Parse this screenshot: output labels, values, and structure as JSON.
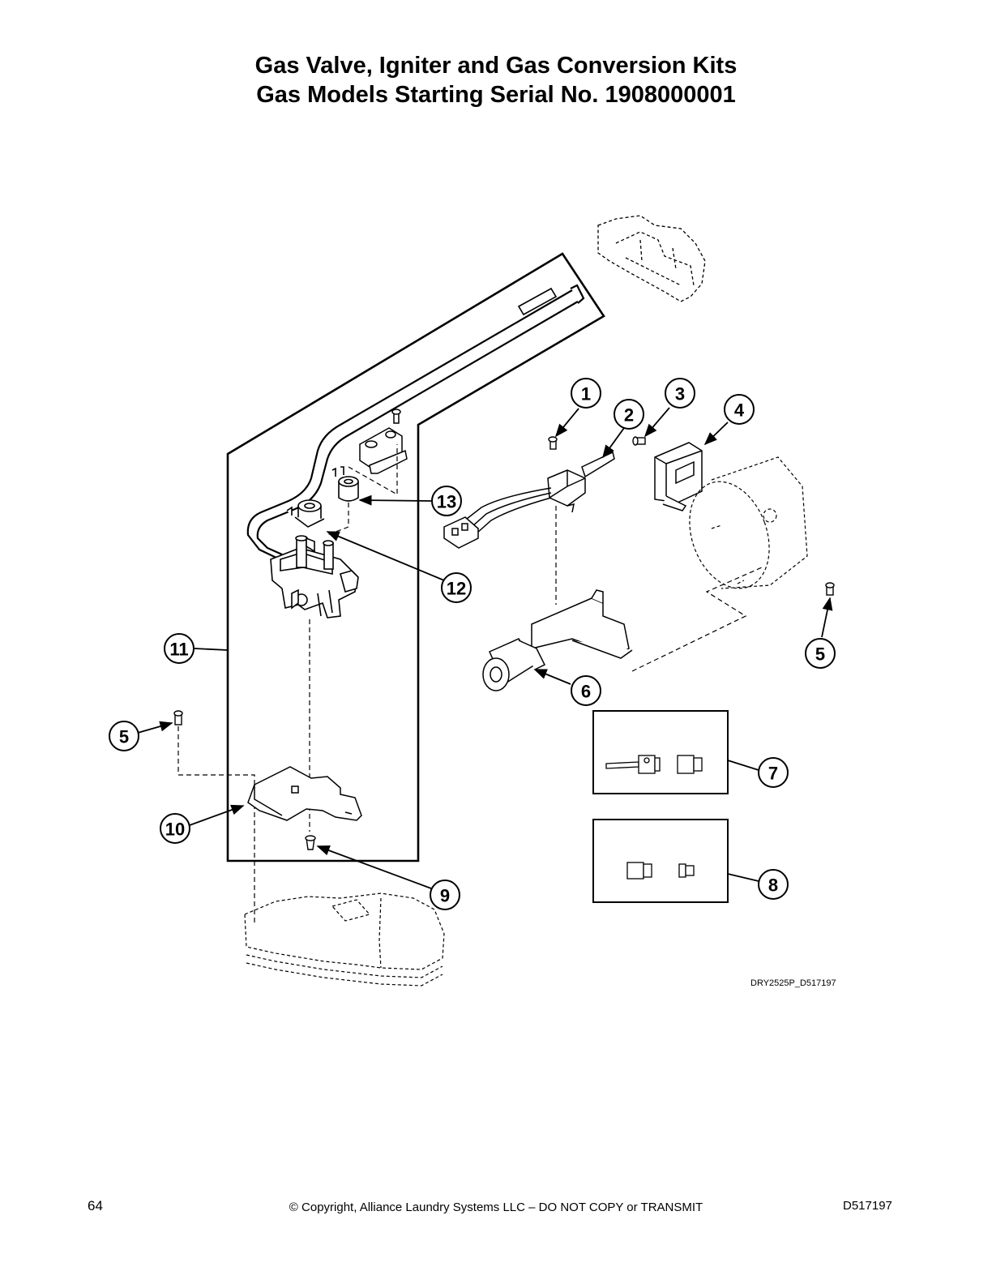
{
  "title_line1": "Gas Valve, Igniter and Gas Conversion Kits",
  "title_line2": "Gas Models Starting Serial No. 1908000001",
  "drawing_code": "DRY2525P_D517197",
  "callouts": {
    "c1": "1",
    "c2": "2",
    "c3": "3",
    "c4": "4",
    "c5a": "5",
    "c5b": "5",
    "c6": "6",
    "c7": "7",
    "c8": "8",
    "c9": "9",
    "c10": "10",
    "c11": "11",
    "c12": "12",
    "c13": "13"
  },
  "footer": {
    "page": "64",
    "copyright": "© Copyright, Alliance Laundry Systems LLC – DO NOT COPY or TRANSMIT",
    "doc_number": "D517197"
  },
  "colors": {
    "ink": "#000000",
    "part_fill": "#ffffff",
    "shade": "#cfcfcf"
  }
}
